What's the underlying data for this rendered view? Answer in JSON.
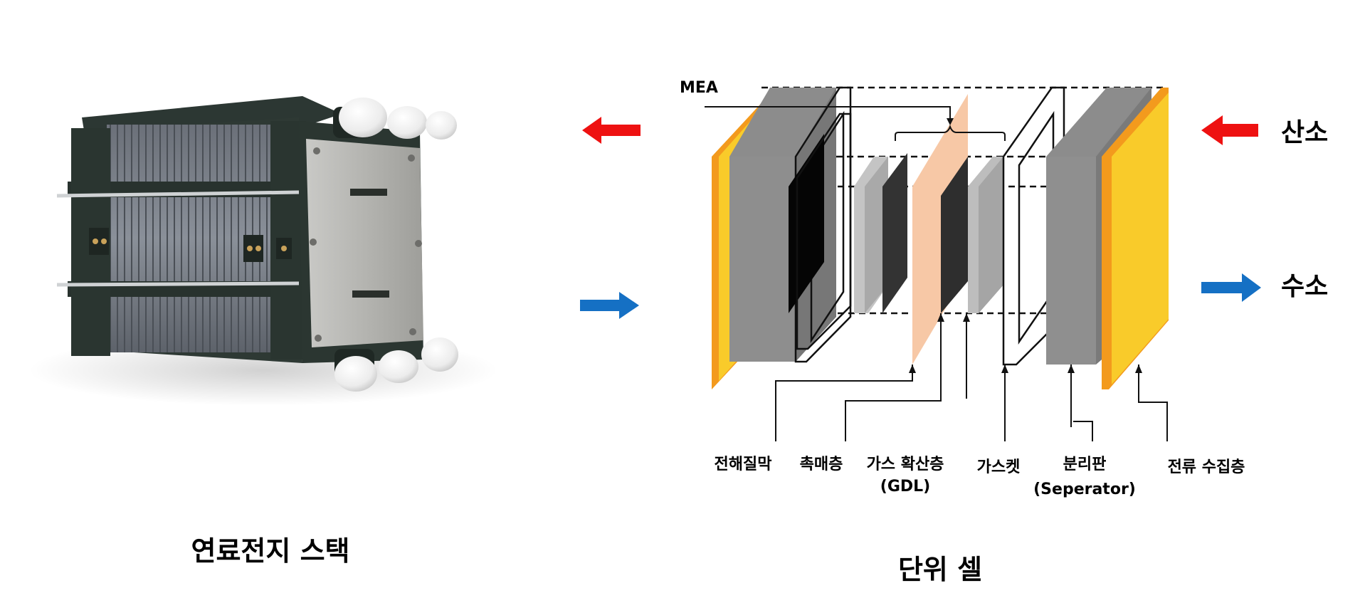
{
  "stack": {
    "caption": "연료전지 스택"
  },
  "cell": {
    "caption": "단위 셀",
    "mea_label": "MEA",
    "oxygen_label": "산소",
    "hydrogen_label": "수소",
    "components": [
      {
        "line1": "전해질막",
        "line2": ""
      },
      {
        "line1": "촉매층",
        "line2": ""
      },
      {
        "line1": "가스 확산층",
        "line2": "(GDL)"
      },
      {
        "line1": "가스켓",
        "line2": ""
      },
      {
        "line1": "분리판",
        "line2": "(Seperator)"
      },
      {
        "line1": "전류 수집층",
        "line2": ""
      }
    ]
  },
  "colors": {
    "oxygen_arrow": "#ee1111",
    "hydrogen_arrow": "#1570c4",
    "collector_yellow": "#f9cb2a",
    "collector_orange": "#f39a1d",
    "membrane_peach": "#f7c8a6",
    "separator_gray": "#8c8c8c"
  }
}
